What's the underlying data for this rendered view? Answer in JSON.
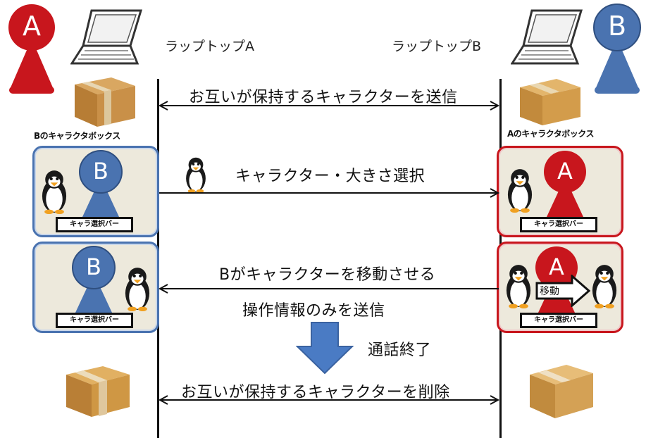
{
  "users": {
    "a_letter": "A",
    "b_letter": "B"
  },
  "laptops": {
    "a_label": "ラップトップA",
    "b_label": "ラップトップB"
  },
  "boxes": {
    "b_box_label": "Bのキャラクタボックス",
    "a_box_label": "Aのキャラクタボックス"
  },
  "messages": {
    "send_characters": "お互いが保持するキャラクターを送信",
    "select_character": "キャラクター・大きさ選択",
    "b_moves": "Bがキャラクターを移動させる",
    "send_operation": "操作情報のみを送信",
    "call_end": "通話終了",
    "delete_characters": "お互いが保持するキャラクターを削除"
  },
  "panels": {
    "selector_bar_label": "キャラ選択バー",
    "move_label": "移動"
  },
  "colors": {
    "red": "#c8161d",
    "blue": "#4a73b0",
    "down_arrow": "#4a7bc4"
  }
}
